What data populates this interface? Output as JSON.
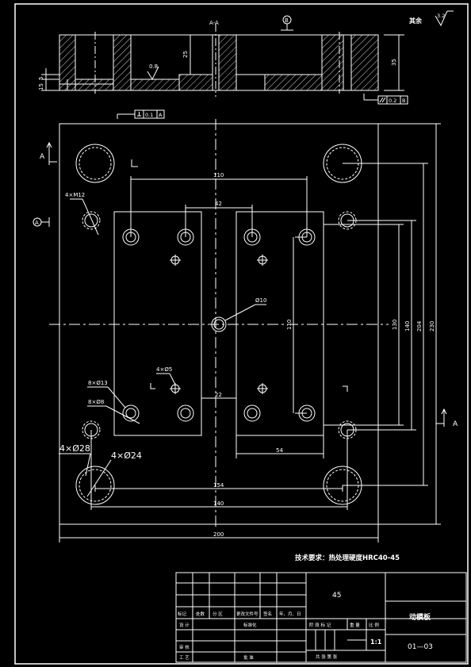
{
  "section": {
    "view_label": "A-A",
    "datum_b": "B",
    "dim_25": "25",
    "dim_35": "35",
    "dim_5": "5",
    "dim_15": "15",
    "roughness_local": "0.8",
    "roughness_rest_label": "其余",
    "roughness_rest_value": "3.2",
    "perp_tol": "0.1",
    "perp_datum": "A",
    "par_tol": "0.2",
    "par_datum": "B"
  },
  "plan": {
    "cut_a": "A",
    "datum_a": "A",
    "dim_200": "200",
    "dim_230": "230",
    "dim_204": "204",
    "dim_140h": "140",
    "dim_130": "130",
    "dim_110v": "110",
    "dim_110": "110",
    "dim_42": "42",
    "dim_22": "22",
    "dim_54": "54",
    "dim_154": "154",
    "dim_140": "140",
    "note_4xm12": "4×M12",
    "note_d10": "Ø10",
    "note_4xd5": "4×Ø5",
    "note_8xd13": "8×Ø13",
    "note_8xd8": "8×Ø8",
    "note_4xd28": "4×Ø28",
    "note_4xd24": "4×Ø24"
  },
  "tech_req": "技术要求：热处理硬度HRC40-45",
  "title_block": {
    "material": "45",
    "part_name": "动模板",
    "drawing_no": "01—03",
    "scale": "1:1",
    "h_mark": "标记",
    "h_count": "处数",
    "h_zone": "分 区",
    "h_docno": "更改文件号",
    "h_sign": "签名",
    "h_date": "年、月、日",
    "design": "设 计",
    "standard": "标准化",
    "review": "审 核",
    "process": "工 艺",
    "approve": "批 准",
    "stage_mark": "阶 段 标 记",
    "weight": "重 量",
    "scale_label": "比 例",
    "sheets": "共  张   第  张"
  }
}
